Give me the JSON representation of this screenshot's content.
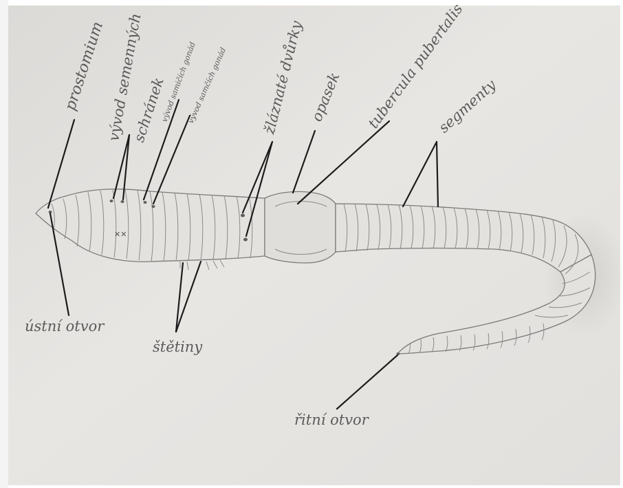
{
  "labels": {
    "prostomium": "prostomium",
    "vyvod_semennych": "vývod semenných",
    "schranek": "schránek",
    "vyvod_samicich": "vývod samičích gonád",
    "vyvod_samcich": "vývod samčích gonád",
    "zlaznate_dvurky": "žláznaté dvůrky",
    "opasek": "opasek",
    "tubercula": "tubercula pubertalis",
    "segmenty": "segmenty",
    "ustni_otvor": "ústní otvor",
    "stetiny": "štětiny",
    "ritni_otvor": "řitní otvor"
  },
  "colors": {
    "paper": "#e6e4e1",
    "paper_edge": "#d7d5d2",
    "pencil": "#7a7a7a",
    "ink": "#1c1c1c",
    "label": "#5a5a5a"
  }
}
